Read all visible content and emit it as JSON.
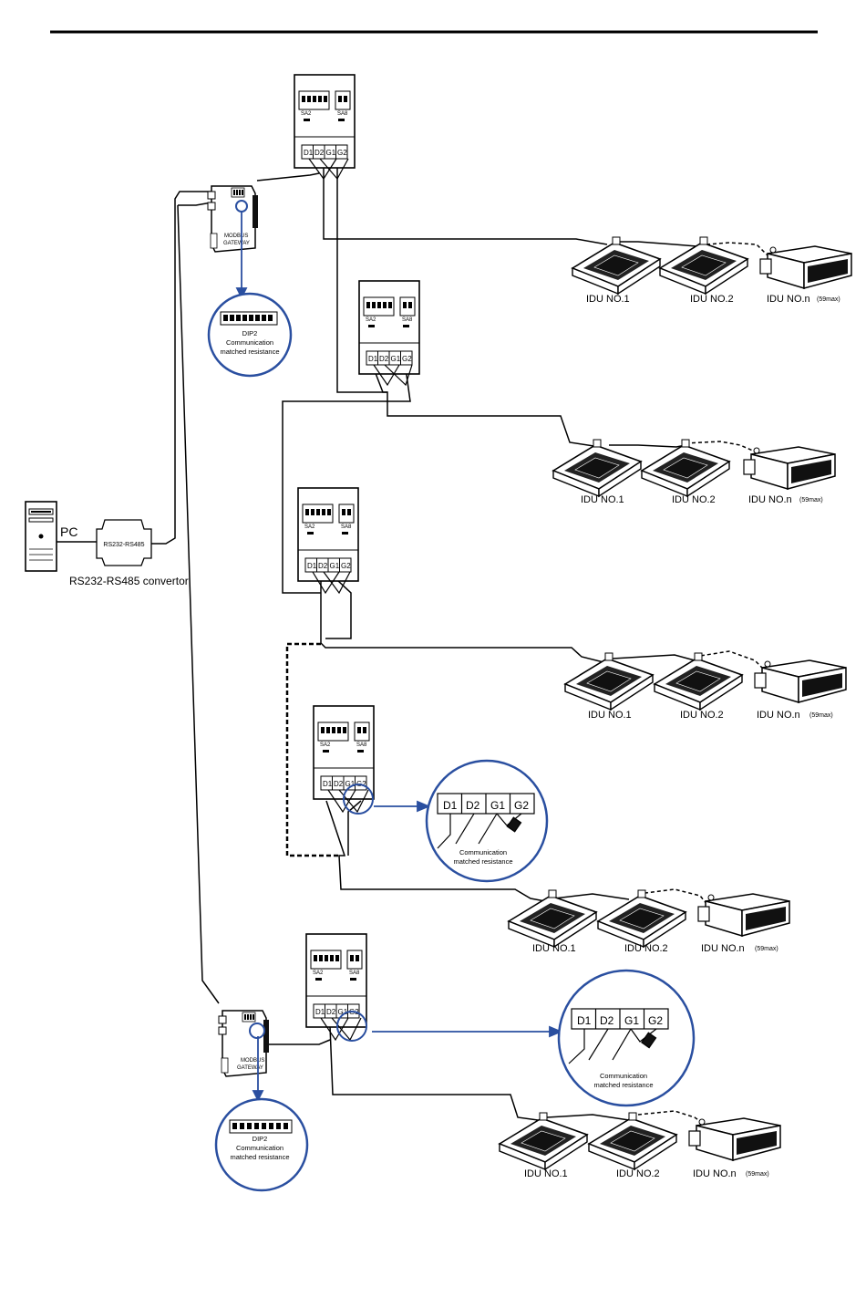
{
  "pc": {
    "label": "PC"
  },
  "converter": {
    "box_label": "RS232-RS485",
    "caption": "RS232-RS485 convertor"
  },
  "gateway": {
    "label_line1": "MODBUS",
    "label_line2": "GATEWAY"
  },
  "odu": {
    "sa2": "SA2",
    "sa8": "SA8",
    "terminals": [
      "D1",
      "D2",
      "G1",
      "G2"
    ]
  },
  "dip_callout": {
    "title": "DIP2",
    "line1": "Communication",
    "line2": "matched resistance"
  },
  "terminal_callout": {
    "terminals": [
      "D1",
      "D2",
      "G1",
      "G2"
    ],
    "line1": "Communication",
    "line2": "matched resistance"
  },
  "idu": {
    "no1": "IDU  NO.1",
    "no2": "IDU NO.2",
    "non": "IDU NO.n",
    "max": "(59max)"
  },
  "colors": {
    "accent": "#2a4fa0",
    "line": "#000000"
  }
}
